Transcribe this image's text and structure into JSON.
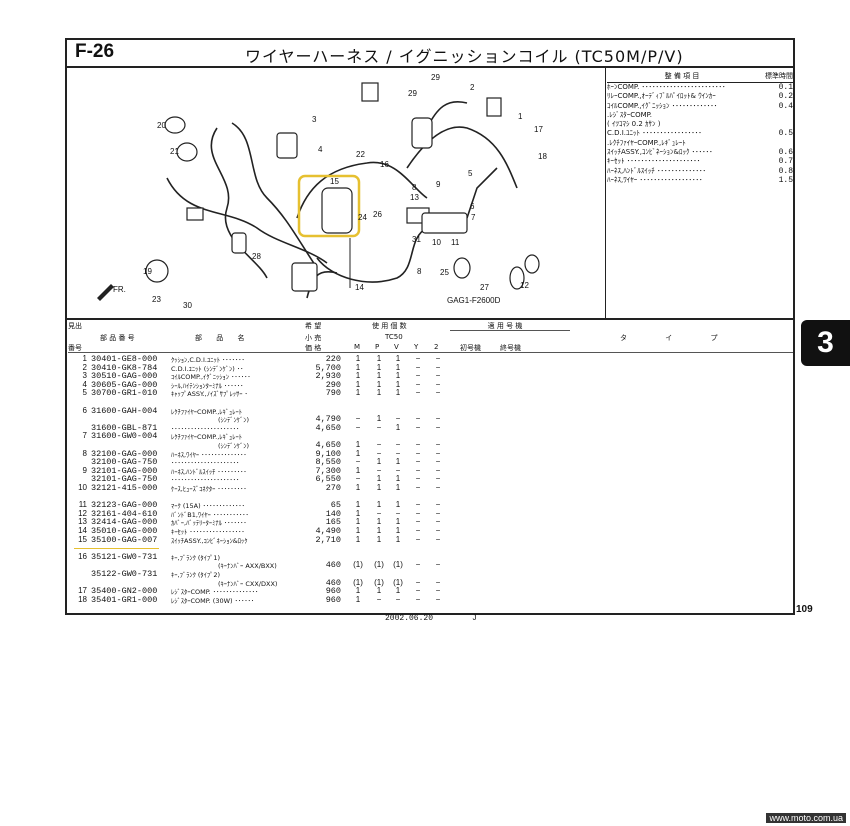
{
  "header": {
    "figure": "F-26",
    "title": "ワイヤーハーネス / イグニッションコイル (TC50M/P/V)"
  },
  "diagram": {
    "code": "GAG1-F2600D",
    "front_mark": "FR.",
    "callouts": [
      "1",
      "2",
      "3",
      "4",
      "5",
      "6",
      "7",
      "8",
      "8",
      "9",
      "10",
      "11",
      "12",
      "13",
      "14",
      "15",
      "16",
      "17",
      "18",
      "19",
      "20",
      "21",
      "22",
      "23",
      "24",
      "25",
      "26",
      "27",
      "28",
      "29",
      "29",
      "30",
      "31"
    ]
  },
  "service": {
    "col_item": "整 備 項 目",
    "col_time": "標準時間",
    "rows": [
      {
        "name": "ﾎｰﾝCOMP. ････････････････････････",
        "time": "0.1"
      },
      {
        "name": "ﾘﾚｰCOMP.,ｵｰﾃﾞｨﾌﾞﾙﾊﾟｲﾛｯﾄ& ｳｲﾝｶｰ",
        "time": "0.2"
      },
      {
        "name": "ｺｲﾙCOMP.,ｲｸﾞﾆｯｼｮﾝ ･････････････",
        "time": "0.4"
      },
      {
        "name": ".ﾚｼﾞｽﾀｰCOMP.",
        "time": ""
      },
      {
        "name": "( ｲﾂｺﾏｼ 0.2 ｶｻﾝ )",
        "time": ""
      },
      {
        "name": "C.D.I.ﾕﾆｯﾄ ･････････････････",
        "time": "0.5"
      },
      {
        "name": ".ﾚｸﾁﾌｧｲﾔｰCOMP.,ﾚｷﾞｭﾚｰﾄ",
        "time": ""
      },
      {
        "name": "ｽｲｯﾁASSY.,ｺﾝﾋﾞﾈｰｼｮﾝ&ﾛｯｸ ･･････",
        "time": "0.6"
      },
      {
        "name": "ｷｰｾｯﾄ ･････････････････････",
        "time": "0.7"
      },
      {
        "name": "ﾊｰﾈｽ,ﾊﾝﾄﾞﾙｽｲｯﾁ ･･････････････",
        "time": "0.8"
      },
      {
        "name": "ﾊｰﾈｽ,ﾜｲﾔｰ ･･････････････････",
        "time": "1.5"
      }
    ]
  },
  "table": {
    "h_ref1": "見出",
    "h_ref2": "番号",
    "h_part": "部 品 番 号",
    "h_name": "部 品 名",
    "h_price1": "希 望",
    "h_price2": "小 売",
    "h_price3": "価 格",
    "h_usage": "使 用 個 数",
    "h_model": "TC50",
    "h_cols": [
      "M",
      "P",
      "V",
      "Y",
      "2"
    ],
    "h_appl": "適 用 号 機",
    "h_first": "初号機",
    "h_last": "終号機",
    "h_type": "タ イ プ",
    "rows": [
      {
        "no": "1",
        "part": "30401-GE8-000",
        "name": "ｸｯｼｮﾝ,C.D.I.ﾕﾆｯﾄ ･･･････",
        "price": "220",
        "q": [
          "1",
          "1",
          "1",
          "−",
          "−"
        ]
      },
      {
        "no": "2",
        "part": "30410-GK8-784",
        "name": "C.D.I.ﾕﾆｯﾄ (ｼﾝﾃﾞﾝｹﾞﾝ) ･･",
        "price": "5,700",
        "q": [
          "1",
          "1",
          "1",
          "−",
          "−"
        ]
      },
      {
        "no": "3",
        "part": "30510-GAG-000",
        "name": "ｺｲﾙCOMP.,ｲｸﾞﾆｯｼｮﾝ ･･････",
        "price": "2,930",
        "q": [
          "1",
          "1",
          "1",
          "−",
          "−"
        ]
      },
      {
        "no": "4",
        "part": "30605-GAG-000",
        "name": "ｼｰﾙ,ﾊｲﾃﾝｼｮﾝﾀｰﾐﾅﾙ ･･････",
        "price": "290",
        "q": [
          "1",
          "1",
          "1",
          "−",
          "−"
        ]
      },
      {
        "no": "5",
        "part": "30700-GR1-010",
        "name": "ｷｬｯﾌﾟASSY.,ﾉｲｽﾞｻﾌﾟﾚｯｻｰ ･",
        "price": "790",
        "q": [
          "1",
          "1",
          "1",
          "−",
          "−"
        ]
      },
      {
        "gap": true
      },
      {
        "no": "6",
        "part": "31600-GAH-004",
        "name": "ﾚｸﾁﾌｧｲﾔｰCOMP.,ﾚｷﾞｭﾚｰﾄ",
        "name2": "(ｼﾝﾃﾞﾝｹﾞﾝ)",
        "price": "4,790",
        "q": [
          "−",
          "1",
          "−",
          "−",
          "−"
        ]
      },
      {
        "no": "",
        "part": "31600-GBL-871",
        "name": "･････････････････････",
        "price": "4,650",
        "q": [
          "−",
          "−",
          "1",
          "−",
          "−"
        ]
      },
      {
        "no": "7",
        "part": "31600-GW0-004",
        "name": "ﾚｸﾁﾌｧｲﾔｰCOMP.,ﾚｷﾞｭﾚｰﾄ",
        "name2": "(ｼﾝﾃﾞﾝｹﾞﾝ)",
        "price": "4,650",
        "q": [
          "1",
          "−",
          "−",
          "−",
          "−"
        ]
      },
      {
        "no": "8",
        "part": "32100-GAG-000",
        "name": "ﾊｰﾈｽ,ﾜｲﾔｰ ･･････････････",
        "price": "9,100",
        "q": [
          "1",
          "−",
          "−",
          "−",
          "−"
        ]
      },
      {
        "no": "",
        "part": "32100-GAG-750",
        "name": "･････････････････････",
        "price": "8,550",
        "q": [
          "−",
          "1",
          "1",
          "−",
          "−"
        ]
      },
      {
        "no": "9",
        "part": "32101-GAG-000",
        "name": "ﾊｰﾈｽ,ﾊﾝﾄﾞﾙｽｲｯﾁ ･････････",
        "price": "7,300",
        "q": [
          "1",
          "−",
          "−",
          "−",
          "−"
        ]
      },
      {
        "no": "",
        "part": "32101-GAG-750",
        "name": "･････････････････････",
        "price": "6,550",
        "q": [
          "−",
          "1",
          "1",
          "−",
          "−"
        ]
      },
      {
        "no": "10",
        "part": "32121-415-000",
        "name": "ｹｰｽ,ﾋｭｰｽﾞｺﾈｸﾀｰ ･････････",
        "price": "270",
        "q": [
          "1",
          "1",
          "1",
          "−",
          "−"
        ]
      },
      {
        "gap": true
      },
      {
        "no": "11",
        "part": "32123-GAG-000",
        "name": "ﾏｰｸ (15A) ･････････････",
        "price": "65",
        "q": [
          "1",
          "1",
          "1",
          "−",
          "−"
        ]
      },
      {
        "no": "12",
        "part": "32161-404-610",
        "name": "ﾊﾞﾝﾄﾞB1,ﾜｲﾔｰ ･･･････････",
        "price": "140",
        "q": [
          "1",
          "−",
          "−",
          "−",
          "−"
        ]
      },
      {
        "no": "13",
        "part": "32414-GAG-000",
        "name": "ｶﾊﾞｰ,ﾊﾞｯﾃﾘｰﾀｰﾐﾅﾙ ･･･････",
        "price": "165",
        "q": [
          "1",
          "1",
          "1",
          "−",
          "−"
        ]
      },
      {
        "no": "14",
        "part": "35010-GAG-000",
        "name": "ｷｰｾｯﾄ ･････････････････",
        "price": "4,490",
        "q": [
          "1",
          "1",
          "1",
          "−",
          "−"
        ]
      },
      {
        "no": "15",
        "part": "35100-GAG-007",
        "name": "ｽｲｯﾁASSY.,ｺﾝﾋﾞﾈｰｼｮﾝ&ﾛｯｸ",
        "price": "2,710",
        "q": [
          "1",
          "1",
          "1",
          "−",
          "−"
        ]
      },
      {
        "gap": true
      },
      {
        "no": "16",
        "part": "35121-GW0-731",
        "name": "ｷｰ,ﾌﾞﾗﾝｸ (ﾀｲﾌﾟ1)",
        "name2": "(ｷｰﾅﾝﾊﾞｰ AXX/BXX)",
        "price": "460",
        "q": [
          "(1)",
          "(1)",
          "(1)",
          "−",
          "−"
        ]
      },
      {
        "no": "",
        "part": "35122-GW0-731",
        "name": "ｷｰ,ﾌﾞﾗﾝｸ (ﾀｲﾌﾟ2)",
        "name2": "(ｷｰﾅﾝﾊﾞｰ CXX/DXX)",
        "price": "460",
        "q": [
          "(1)",
          "(1)",
          "(1)",
          "−",
          "−"
        ]
      },
      {
        "no": "17",
        "part": "35400-GN2-000",
        "name": "ﾚｼﾞｽﾀｰCOMP. ･･････････････",
        "price": "960",
        "q": [
          "1",
          "1",
          "1",
          "−",
          "−"
        ]
      },
      {
        "no": "18",
        "part": "35401-GR1-000",
        "name": "ﾚｼﾞｽﾀｰCOMP. (30W) ･･････",
        "price": "960",
        "q": [
          "1",
          "−",
          "−",
          "−",
          "−"
        ]
      }
    ]
  },
  "section_tab": "3",
  "page_number": "109",
  "date": "2002.06.20",
  "edition": "J",
  "watermark": "www.moto.com.ua"
}
